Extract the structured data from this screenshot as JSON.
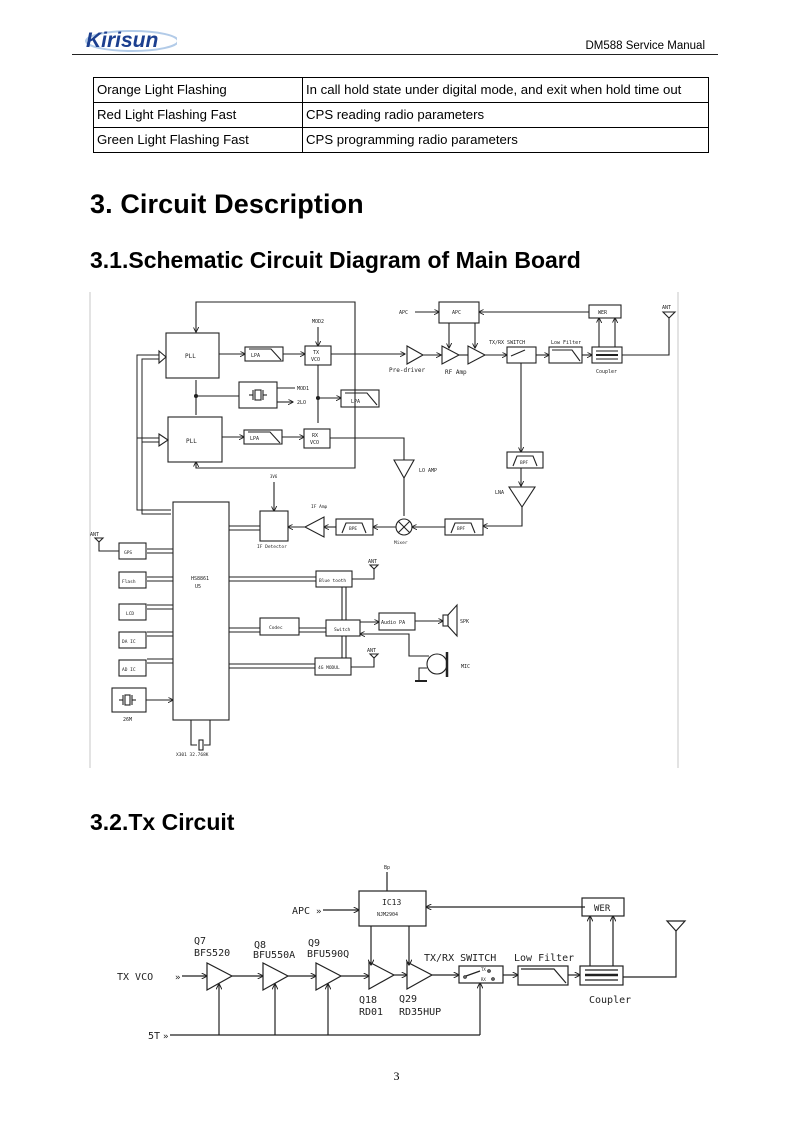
{
  "header": {
    "brand": "Kirisun",
    "doc_title": "DM588 Service Manual"
  },
  "led_table": {
    "rows": [
      {
        "state": "Orange Light Flashing",
        "description": "In call hold state under digital mode, and exit when hold time out"
      },
      {
        "state": "Red Light Flashing Fast",
        "description": "CPS reading radio parameters"
      },
      {
        "state": "Green Light Flashing Fast",
        "description": "CPS programming radio parameters"
      }
    ]
  },
  "section": {
    "title": "3. Circuit Description",
    "sub1": "3.1.Schematic Circuit Diagram of Main Board",
    "sub2": "3.2.Tx Circuit"
  },
  "main_board_diagram": {
    "pll_top": "PLL",
    "pll_bottom": "PLL",
    "lpa": "LPA",
    "tx_vco": [
      "TX",
      "VCO"
    ],
    "rx_vco": [
      "RX",
      "VCO"
    ],
    "mod2": "MOD2",
    "mod1": "MOD1",
    "lo2": "2LO",
    "apc_in": "APC",
    "apc_box": "APC",
    "wer": "WER",
    "ant": "ANT",
    "pre_driver": "Pre-driver",
    "rf_amp": "RF  Amp",
    "txrx_switch": "TX/RX SWITCH",
    "low_filter": "Low Filter",
    "coupler": "Coupler",
    "bpf": "BPF",
    "lna": "LNA",
    "lo_amp": "LO AMP",
    "mixer": "Mixer",
    "bpe": "BPE",
    "if_amp": "IF Amp",
    "if_detector": "IF Detector",
    "v36": "3V6",
    "cpu": [
      "HS8861",
      "U5"
    ],
    "gps": "GPS",
    "flash": "Flash",
    "lcd": "LCD",
    "da_ic": "DA IC",
    "ad_ic": "AD IC",
    "xtal_26m": "26M",
    "xtal_32k": "X301  32.768K",
    "bluetooth": "Blue tooth",
    "codec": "Codec",
    "switch": "Switch",
    "module_4g": "4G MODUL",
    "audio_pa": "Audio PA",
    "spk": "SPK",
    "mic": "MIC"
  },
  "tx_diagram": {
    "tx_vco_in": "TX VCO",
    "five_t": "5T",
    "apc_in": "APC",
    "b": "Bp",
    "ic13": "IC13",
    "ic13_part": "NJM2904",
    "q7": [
      "Q7",
      "BFS520"
    ],
    "q8": [
      "Q8",
      "BFU550A"
    ],
    "q9": [
      "Q9",
      "BFU590Q"
    ],
    "q18": [
      "Q18",
      "RD01"
    ],
    "q29": [
      "Q29",
      "RD35HUP"
    ],
    "txrx_switch": "TX/RX SWITCH",
    "tx": "TX",
    "rx": "RX",
    "low_filter": "Low Filter",
    "wer": "WER",
    "coupler": "Coupler"
  },
  "page_number": "3"
}
